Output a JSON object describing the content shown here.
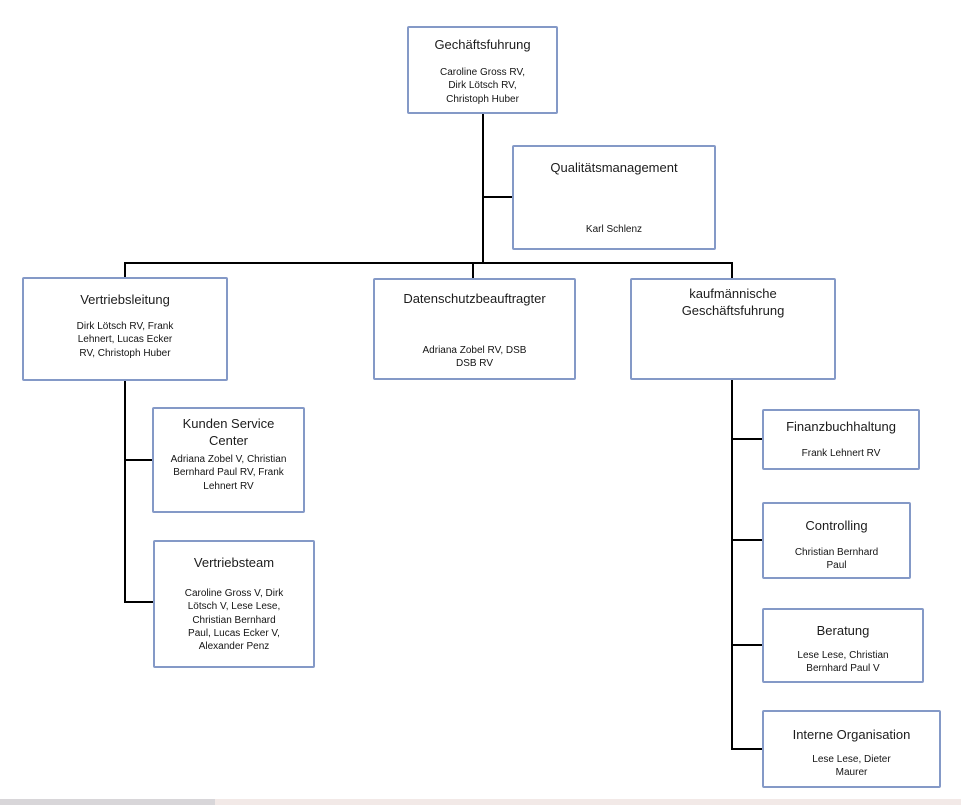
{
  "diagram": {
    "type": "org-chart",
    "colors": {
      "node_border": "#8499c7",
      "connector": "#000000",
      "background": "#ffffff",
      "scrollbar_track": "#f2e9e7",
      "scrollbar_thumb": "#d8d6d9"
    },
    "nodes": [
      {
        "title": "Gechäftsfuhrung",
        "members": "Caroline Gross RV, Dirk Lötsch RV, Christoph Huber"
      },
      {
        "title": "Qualitätsmanagement",
        "members": "Karl Schlenz"
      },
      {
        "title": "Vertriebsleitung",
        "members": "Dirk Lötsch RV, Frank Lehnert, Lucas Ecker RV, Christoph Huber"
      },
      {
        "title": "Datenschutzbeauftragter",
        "members": "Adriana Zobel RV, DSB DSB RV"
      },
      {
        "title": "kaufmännische Geschäftsfuhrung",
        "members": ""
      },
      {
        "title": "Kunden Service Center",
        "members": "Adriana Zobel V, Christian Bernhard Paul RV, Frank Lehnert RV"
      },
      {
        "title": "Vertriebsteam",
        "members": "Caroline Gross V, Dirk Lötsch V, Lese Lese, Christian Bernhard Paul, Lucas Ecker V, Alexander Penz"
      },
      {
        "title": "Finanzbuchhaltung",
        "members": "Frank Lehnert RV"
      },
      {
        "title": "Controlling",
        "members": "Christian Bernhard Paul"
      },
      {
        "title": "Beratung",
        "members": "Lese Lese, Christian Bernhard Paul V"
      },
      {
        "title": "Interne Organisation",
        "members": "Lese Lese, Dieter Maurer"
      }
    ],
    "edges": [
      "Gechäftsfuhrung->Qualitätsmanagement",
      "Gechäftsfuhrung->Vertriebsleitung",
      "Gechäftsfuhrung->Datenschutzbeauftragter",
      "Gechäftsfuhrung->kaufmännische Geschäftsfuhrung",
      "Vertriebsleitung->Kunden Service Center",
      "Vertriebsleitung->Vertriebsteam",
      "kaufmännische Geschäftsfuhrung->Finanzbuchhaltung",
      "kaufmännische Geschäftsfuhrung->Controlling",
      "kaufmännische Geschäftsfuhrung->Beratung",
      "kaufmännische Geschäftsfuhrung->Interne Organisation"
    ]
  }
}
